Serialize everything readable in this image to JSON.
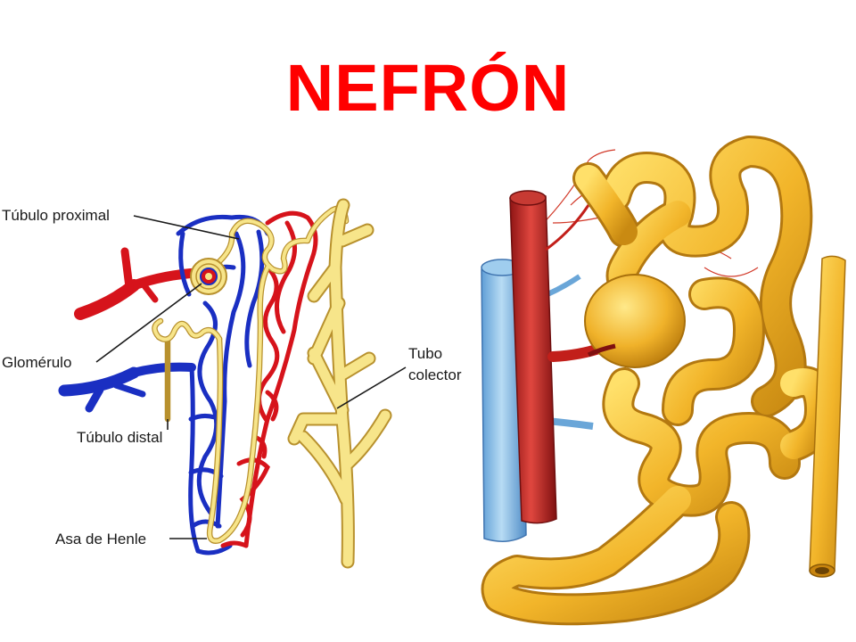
{
  "title": "NEFRÓN",
  "labels": {
    "proximal": "Túbulo proximal",
    "glomerulo": "Glomérulo",
    "distal": "Túbulo distal",
    "henle": "Asa de Henle",
    "tubo_line1": "Tubo",
    "tubo_line2": "colector"
  },
  "colors": {
    "title": "#ff0000",
    "artery": "#d6131b",
    "vein": "#1a2fc2",
    "tubule": "#f7e58a",
    "tubule_outline": "#c9a43a",
    "realistic_tubule": "#f0b62a",
    "realistic_vein": "#8ec3ea"
  }
}
